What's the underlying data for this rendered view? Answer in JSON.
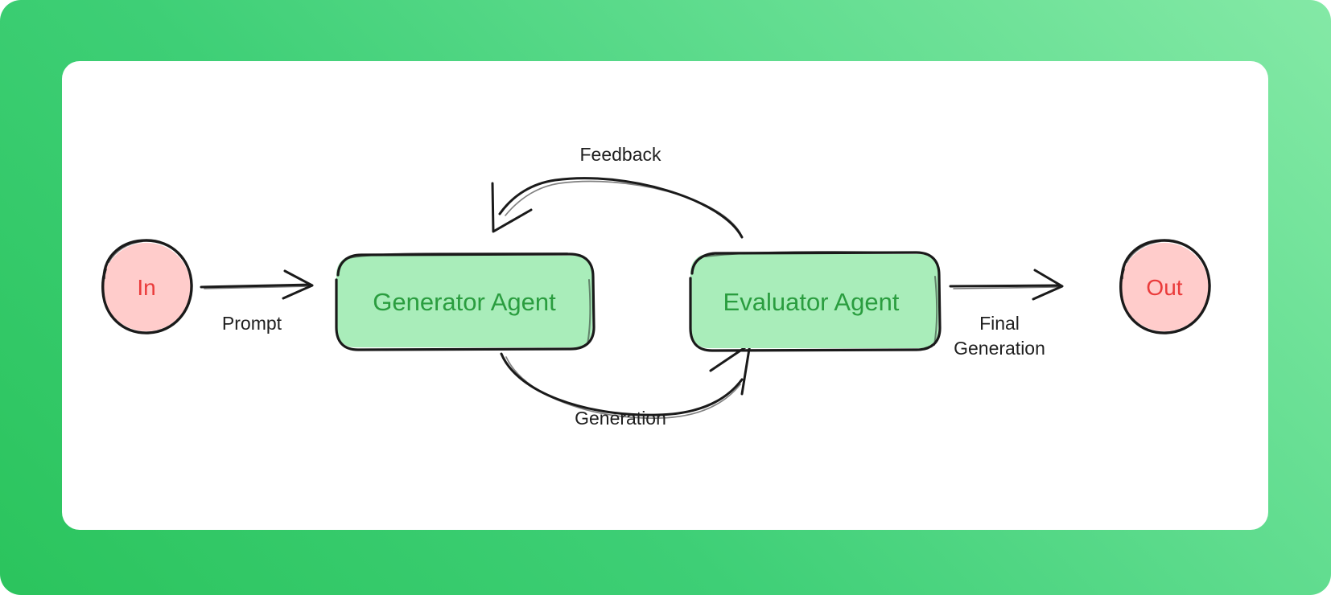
{
  "diagram": {
    "title_present": false,
    "type": "flowchart",
    "background": {
      "gradient_from": "#2bc45d",
      "gradient_to": "#84e9a6",
      "card_color": "#ffffff"
    },
    "colors": {
      "node_fill_green": "#a9edba",
      "node_text_green": "#2a9d3f",
      "endpoint_fill_pink": "#ffcccb",
      "endpoint_text_red": "#ea3b3b",
      "stroke": "#1a1a1a",
      "edge_label": "#1f1f1f"
    },
    "nodes": [
      {
        "id": "in",
        "label": "In",
        "shape": "circle",
        "fill": "#ffcccb",
        "text_color": "#ea3b3b"
      },
      {
        "id": "generator",
        "label": "Generator Agent",
        "shape": "rounded-rect",
        "fill": "#a9edba",
        "text_color": "#2a9d3f"
      },
      {
        "id": "evaluator",
        "label": "Evaluator Agent",
        "shape": "rounded-rect",
        "fill": "#a9edba",
        "text_color": "#2a9d3f"
      },
      {
        "id": "out",
        "label": "Out",
        "shape": "circle",
        "fill": "#ffcccb",
        "text_color": "#ea3b3b"
      }
    ],
    "edges": [
      {
        "id": "in-generator",
        "from": "in",
        "to": "generator",
        "label": "Prompt",
        "style": "straight"
      },
      {
        "id": "generator-evaluator",
        "from": "generator",
        "to": "evaluator",
        "label": "Generation",
        "style": "curve-below"
      },
      {
        "id": "evaluator-generator",
        "from": "evaluator",
        "to": "generator",
        "label": "Feedback",
        "style": "curve-above"
      },
      {
        "id": "evaluator-out",
        "from": "evaluator",
        "to": "out",
        "label": "Final Generation",
        "label_line_1": "Final",
        "label_line_2": "Generation",
        "style": "straight"
      }
    ]
  }
}
